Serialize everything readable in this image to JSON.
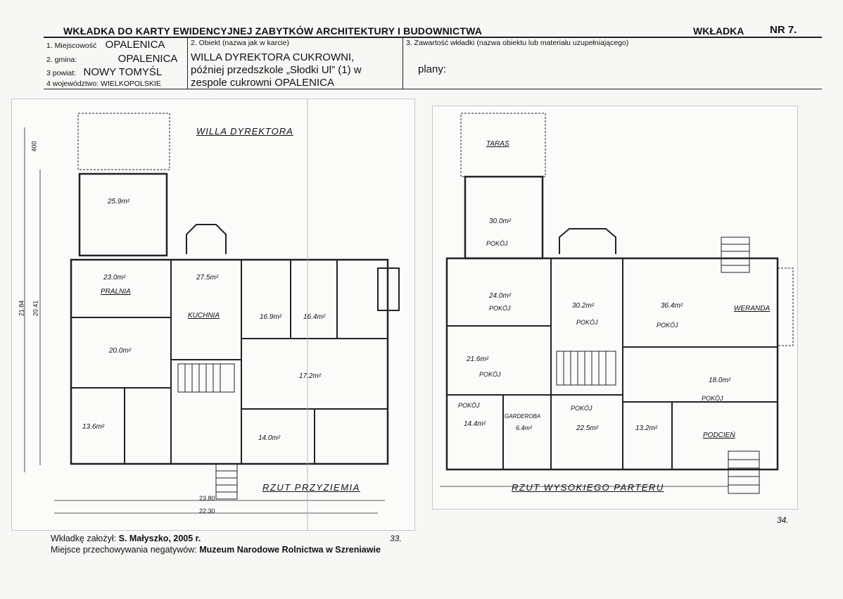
{
  "header": {
    "title": "WKŁADKA DO KARTY EWIDENCYJNEJ ZABYTKÓW ARCHITEKTURY I BUDOWNICTWA",
    "wkladka_label": "WKŁADKA",
    "number": "NR 7."
  },
  "form": {
    "miejscowosc_label": "1. Miejscowość",
    "miejscowosc_value": "OPALENICA",
    "gmina_label": "2. gmina:",
    "gmina_value": "OPALENICA",
    "powiat_label": "3 powiat:",
    "powiat_value": "NOWY TOMYŚL",
    "wojewodztwo_label": "4 województwo: WIELKOPOLSKIE",
    "obiekt_label": "2. Obiekt (nazwa jak w karcie)",
    "obiekt_line1": "WILLA DYREKTORA CUKROWNI,",
    "obiekt_line2": "później przedszkole „Słodki Ul” (1)  w",
    "obiekt_line3": "zespole cukrowni OPALENICA",
    "zawartosc_label": "3. Zawartość wkładki (nazwa obiektu lub materiału uzupełniającego)",
    "zawartosc_value": "plany:"
  },
  "plan_left": {
    "caption": "PRZYZIEMIA",
    "caption_prefix": "RZUT",
    "title_handwritten": "WILLA DYREKTORA",
    "dims": {
      "d1": "400",
      "d2": "21.84",
      "d3": "20.41",
      "d4": "23.80",
      "d5": "22.30"
    },
    "rooms": [
      {
        "area": "25.9m²",
        "label": ""
      },
      {
        "area": "23.0m²",
        "label": "PRALNIA"
      },
      {
        "area": "27.5m²",
        "label": "KUCHNIA"
      },
      {
        "area": "16.9m²",
        "label": ""
      },
      {
        "area": "16.4m²",
        "label": ""
      },
      {
        "area": "20.0m²",
        "label": ""
      },
      {
        "area": "17.2m²",
        "label": ""
      },
      {
        "area": "13.6m²",
        "label": ""
      },
      {
        "area": "14.0m²",
        "label": ""
      }
    ],
    "page_number": "33."
  },
  "plan_right": {
    "caption": "RZUT WYSOKIEGO PARTERU",
    "terrace": "TARAS",
    "veranda": "WERANDA",
    "podcien": "PODCIEŃ",
    "rooms": [
      {
        "area": "30.0m²",
        "label": "POKÓJ"
      },
      {
        "area": "24.0m²",
        "label": "POKÓJ"
      },
      {
        "area": "30.2m²",
        "label": "POKÓJ"
      },
      {
        "area": "36.4m²",
        "label": "POKÓJ"
      },
      {
        "area": "21.6m²",
        "label": "POKÓJ"
      },
      {
        "area": "18.0m²",
        "label": "POKÓJ"
      },
      {
        "area": "14.4m²",
        "label": "POKÓJ"
      },
      {
        "area": "6.4m²",
        "label": "GARDEROBA"
      },
      {
        "area": "22.5m²",
        "label": "POKÓJ"
      },
      {
        "area": "13.2m²",
        "label": ""
      }
    ],
    "page_number": "34."
  },
  "footer": {
    "author_label": "Wkładkę założył:",
    "author_value": "S. Małyszko, 2005 r.",
    "archive_label": "Miejsce przechowywania negatywów:",
    "archive_value": "Muzeum Narodowe Rolnictwa w Szreniawie"
  }
}
